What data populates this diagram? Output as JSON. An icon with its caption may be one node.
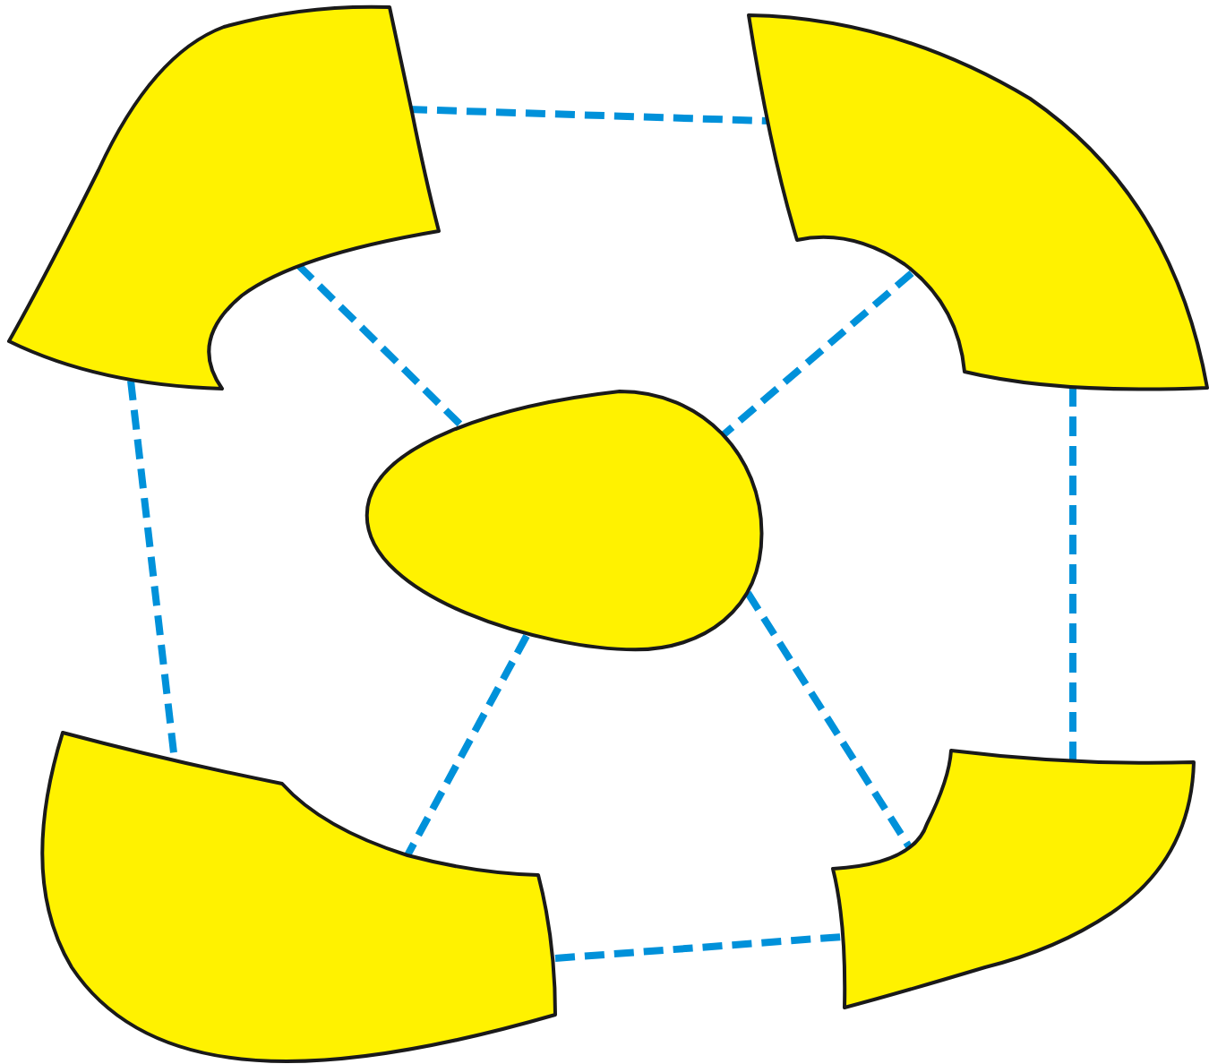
{
  "diagram": {
    "nodes": [
      {
        "text": [],
        "shape": "sector"
      },
      {
        "text": [],
        "shape": "sector"
      },
      {
        "text": [],
        "shape": "oval"
      },
      {
        "text": [],
        "shape": "sector"
      },
      {
        "text": [],
        "shape": "sector"
      }
    ],
    "edges": [
      {
        "from": 0,
        "to": 1,
        "arrow": "none",
        "style": "dashed"
      },
      {
        "from": 0,
        "to": 2,
        "arrow": "none",
        "style": "dashed"
      },
      {
        "from": 1,
        "to": 2,
        "arrow": "none",
        "style": "dashed"
      },
      {
        "from": 0,
        "to": 3,
        "arrow": "none",
        "style": "dashed"
      },
      {
        "from": 1,
        "to": 4,
        "arrow": "none",
        "style": "dashed"
      },
      {
        "from": 2,
        "to": 3,
        "arrow": "none",
        "style": "dashed"
      },
      {
        "from": 2,
        "to": 4,
        "arrow": "none",
        "style": "dashed"
      },
      {
        "from": 3,
        "to": 4,
        "arrow": "none",
        "style": "dashed"
      }
    ]
  }
}
